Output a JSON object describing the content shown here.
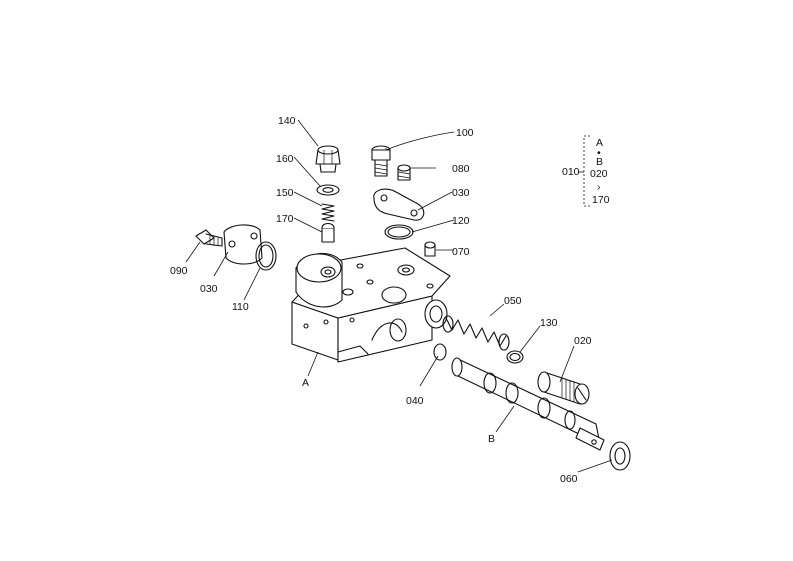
{
  "labels": {
    "p140": "140",
    "p160": "160",
    "p150": "150",
    "p170": "170",
    "p100": "100",
    "p080": "080",
    "p030a": "030",
    "p120": "120",
    "p070": "070",
    "p090": "090",
    "p030b": "030",
    "p110": "110",
    "p050": "050",
    "p130": "130",
    "p020": "020",
    "pA": "A",
    "p040": "040",
    "pB": "B",
    "p060": "060"
  },
  "legend": {
    "p010": "010",
    "a": "A",
    "dot": "•",
    "b": "B",
    "p020": "020",
    "arrow": "›",
    "p170": "170"
  }
}
